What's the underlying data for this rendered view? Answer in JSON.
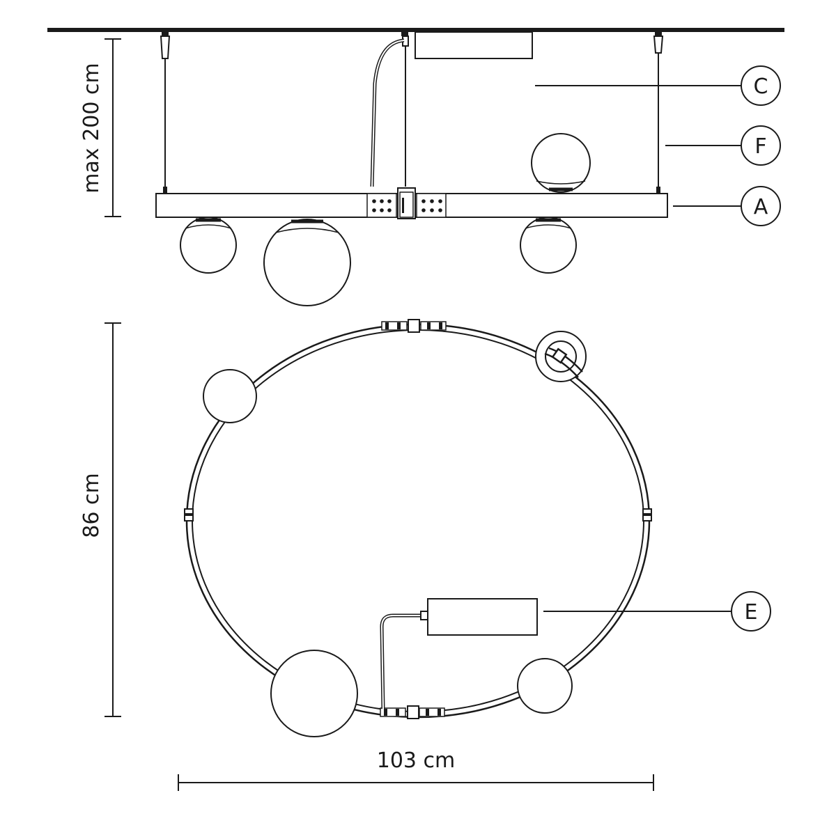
{
  "side_view": {
    "height_label": "max 200 cm",
    "callouts": {
      "c": "C",
      "f": "F",
      "a": "A"
    }
  },
  "top_view": {
    "depth_label": "86 cm",
    "width_label": "103 cm",
    "callouts": {
      "e": "E"
    }
  }
}
